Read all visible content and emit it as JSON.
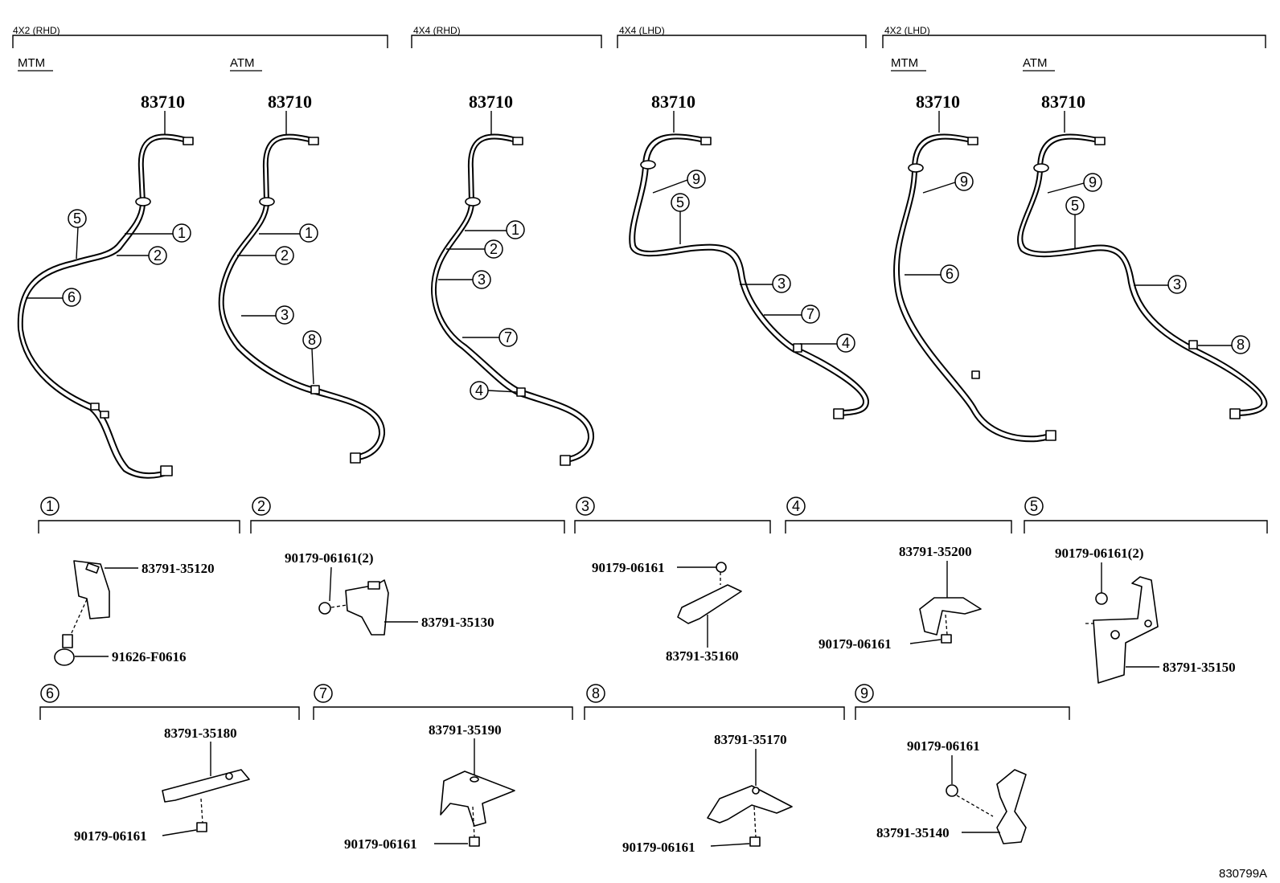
{
  "groups": [
    {
      "label": "4X2 (RHD)",
      "sub": [
        "MTM",
        "ATM"
      ]
    },
    {
      "label": "4X4 (RHD)"
    },
    {
      "label": "4X4 (LHD)"
    },
    {
      "label": "4X2 (LHD)",
      "sub": [
        "MTM",
        "ATM"
      ]
    }
  ],
  "main_part": "83710",
  "callouts": {
    "rhd_4x2_mtm": [
      "5",
      "1",
      "2",
      "6"
    ],
    "rhd_4x2_atm": [
      "1",
      "2",
      "3",
      "8"
    ],
    "rhd_4x4": [
      "1",
      "2",
      "3",
      "7",
      "4"
    ],
    "lhd_4x4": [
      "9",
      "5",
      "3",
      "7",
      "4"
    ],
    "lhd_4x2_mtm": [
      "9",
      "6"
    ],
    "lhd_4x2_atm": [
      "9",
      "5",
      "3",
      "8"
    ]
  },
  "details": [
    {
      "no": "1",
      "parts": [
        "83791-35120",
        "91626-F0616"
      ]
    },
    {
      "no": "2",
      "parts": [
        "90179-06161(2)",
        "83791-35130"
      ]
    },
    {
      "no": "3",
      "parts": [
        "90179-06161",
        "83791-35160"
      ]
    },
    {
      "no": "4",
      "parts": [
        "83791-35200",
        "90179-06161"
      ]
    },
    {
      "no": "5",
      "parts": [
        "90179-06161(2)",
        "83791-35150"
      ]
    },
    {
      "no": "6",
      "parts": [
        "83791-35180",
        "90179-06161"
      ]
    },
    {
      "no": "7",
      "parts": [
        "83791-35190",
        "90179-06161"
      ]
    },
    {
      "no": "8",
      "parts": [
        "83791-35170",
        "90179-06161"
      ]
    },
    {
      "no": "9",
      "parts": [
        "90179-06161",
        "83791-35140"
      ]
    }
  ],
  "figure_id": "830799A"
}
